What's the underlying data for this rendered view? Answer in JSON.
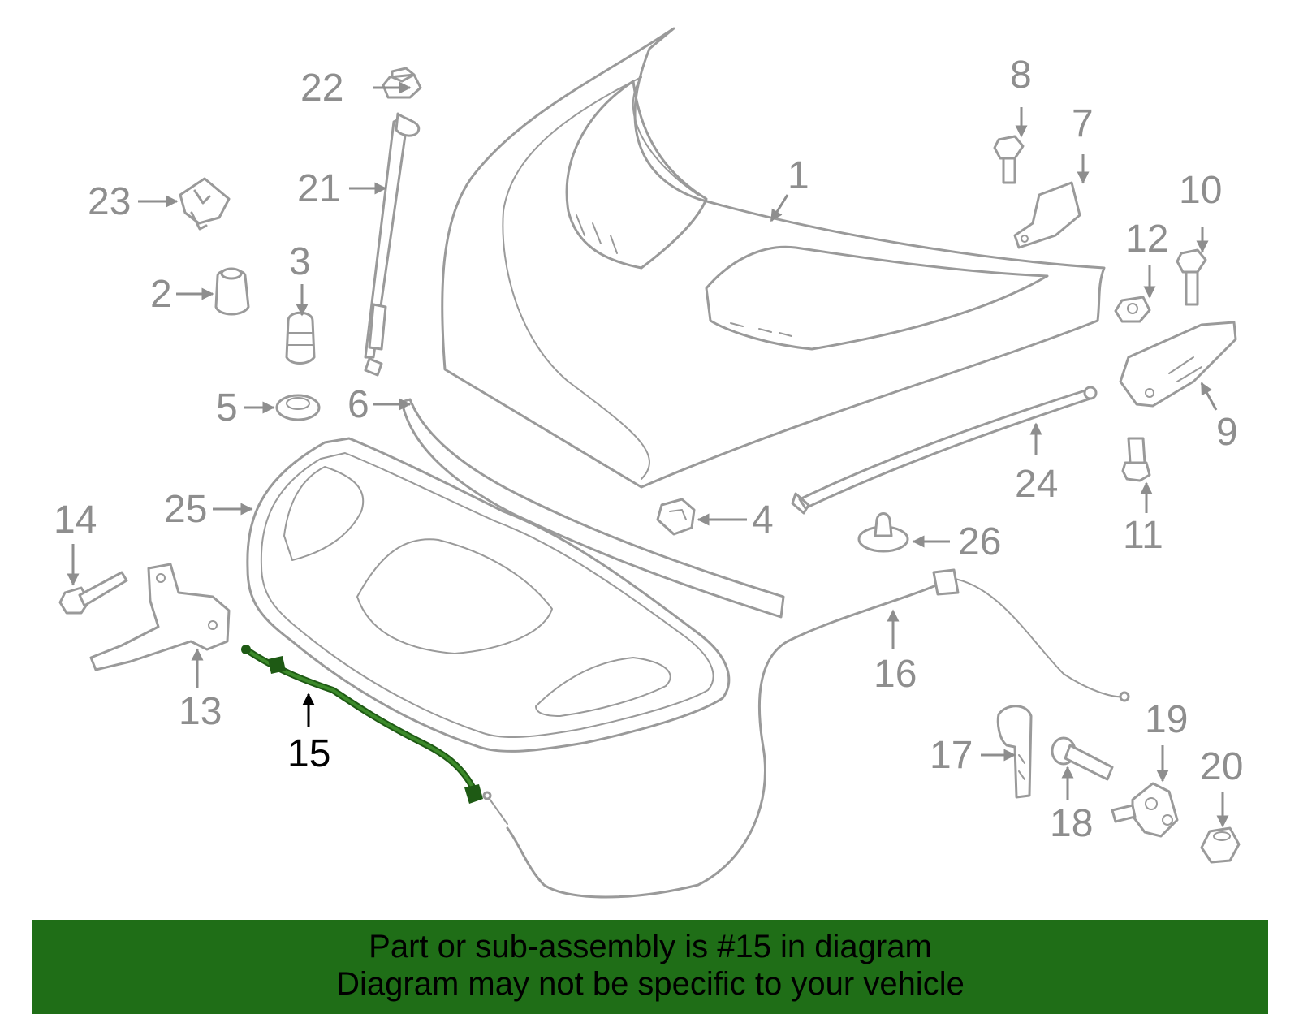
{
  "colors": {
    "part_stroke": "#9a9a9a",
    "label_gray": "#8e8e8e",
    "highlight_part": "#1e5a14",
    "banner_bg": "#1f6e17",
    "banner_text": "#000000"
  },
  "callouts": {
    "c1": "1",
    "c2": "2",
    "c3": "3",
    "c4": "4",
    "c5": "5",
    "c6": "6",
    "c7": "7",
    "c8": "8",
    "c9": "9",
    "c10": "10",
    "c11": "11",
    "c12": "12",
    "c13": "13",
    "c14": "14",
    "c15": "15",
    "c16": "16",
    "c17": "17",
    "c18": "18",
    "c19": "19",
    "c20": "20",
    "c21": "21",
    "c22": "22",
    "c23": "23",
    "c24": "24",
    "c25": "25",
    "c26": "26"
  },
  "highlighted_part": "15",
  "banner": {
    "line1": "Part or sub-assembly is #15 in diagram",
    "line2": "Diagram may not be specific to your vehicle"
  }
}
